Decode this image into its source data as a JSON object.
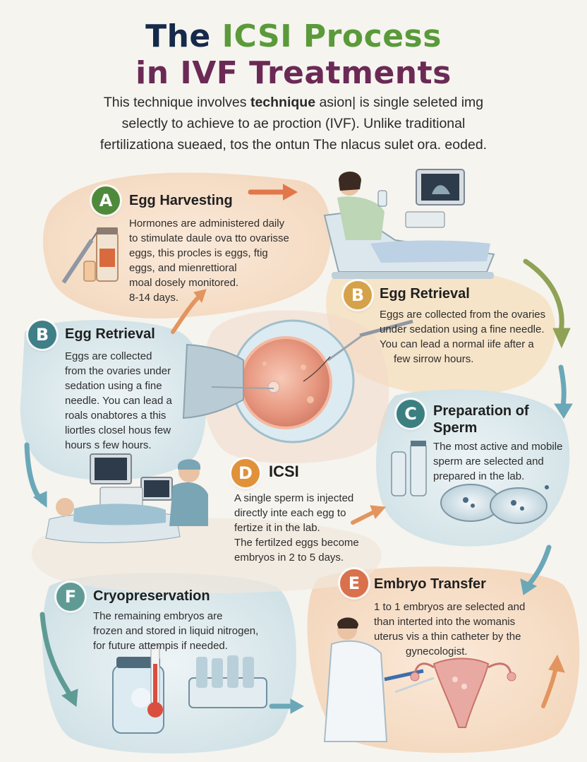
{
  "title": {
    "line1_a": "The",
    "line1_b": "ICSI Process",
    "line2": "in IVF Treatments"
  },
  "intro": {
    "line1_a": "This technique involves ",
    "line1_b": "technique",
    "line1_c": " asion| is single seleted img",
    "line2": "selectly to achieve to ae proction (IVF). Unlike traditional",
    "line3": "fertilizationa sueaed, tos the ontun The nlacus sulet ora. eoded."
  },
  "steps": {
    "a": {
      "badge": "A",
      "title": "Egg Harvesting",
      "lines": [
        "Hormones are administered daily",
        "to stimulate daule ova tto ovarisse",
        "eggs, this procles is eggs, ftig",
        "eggs, and mienrettioral",
        "moal dosely monitored.",
        "8-14 days."
      ]
    },
    "b_right": {
      "badge": "B",
      "title": "Egg Retrieval",
      "lines": [
        "Eggs are collected from the ovaries",
        "under sedation using a fine needle.",
        "You can lead a normal iife after a",
        "few sirrow hours."
      ]
    },
    "b_left": {
      "badge": "B",
      "title": "Egg Retrieval",
      "lines": [
        "Eggs are collected",
        "from the ovaries under",
        "sedation using a fine",
        "needle. You can lead a",
        "roals onabtores a this",
        "liortles closel hous few",
        "hours s few hours."
      ]
    },
    "c": {
      "badge": "C",
      "title_line1": "Preparation of",
      "title_line2": "Sperm",
      "lines": [
        "The most active and mobile",
        "sperm are selected and",
        "prepared in the lab."
      ]
    },
    "d": {
      "badge": "D",
      "title": "ICSI",
      "lines": [
        "A single sperm is injected",
        "directly inte each egg to",
        "fertize it in the lab.",
        "The fertilzed eggs become",
        "embryos in 2 to 5 days."
      ]
    },
    "e": {
      "badge": "E",
      "title": "Embryo Transfer",
      "lines": [
        "1 to 1 embryos are selected and",
        "than interted into the womanis",
        "uterus vis a thin catheter by the",
        "gynecologist."
      ]
    },
    "f": {
      "badge": "F",
      "title": "Cryopreservation",
      "lines": [
        "The remaining embryos are",
        "frozen and stored in liquid nitrogen,",
        "for future attempis if needed."
      ]
    }
  },
  "colors": {
    "badge_a": "#4e8a3c",
    "badge_b_right": "#d5a24a",
    "badge_b_left": "#3f7f87",
    "badge_c": "#3c7f80",
    "badge_d": "#e0913a",
    "badge_e": "#d9714c",
    "badge_f": "#5f9b94"
  }
}
